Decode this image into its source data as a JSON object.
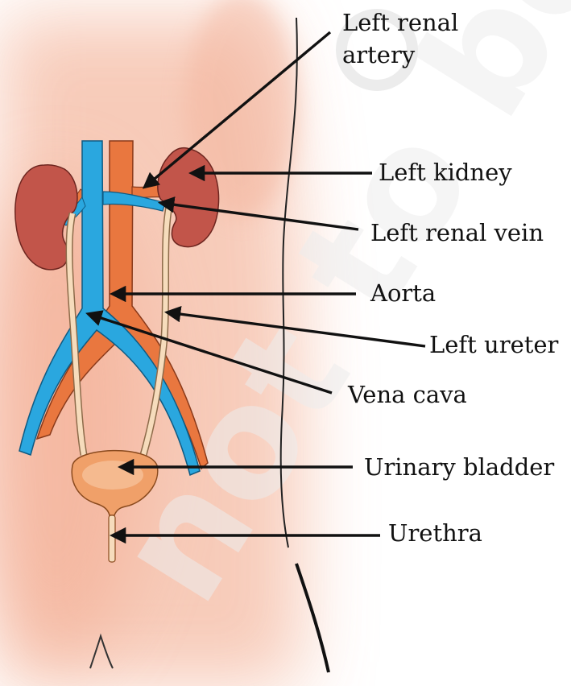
{
  "labels": {
    "renal_artery_line1": "Left renal",
    "renal_artery_line2": "artery",
    "kidney": "Left kidney",
    "renal_vein": "Left renal vein",
    "aorta": "Aorta",
    "ureter": "Left ureter",
    "vena_cava": "Vena cava",
    "bladder": "Urinary bladder",
    "urethra": "Urethra"
  },
  "watermark": {
    "copyright": "©",
    "text": "not to be"
  },
  "colors": {
    "background": "#ffffff",
    "skin_tint": "#f6c2ad",
    "aorta": "#e9773f",
    "vena_cava": "#2aa7df",
    "kidney": "#c2554a",
    "ureter": "#f6dcbc",
    "bladder": "#f0a069",
    "leader_line": "#111111"
  }
}
